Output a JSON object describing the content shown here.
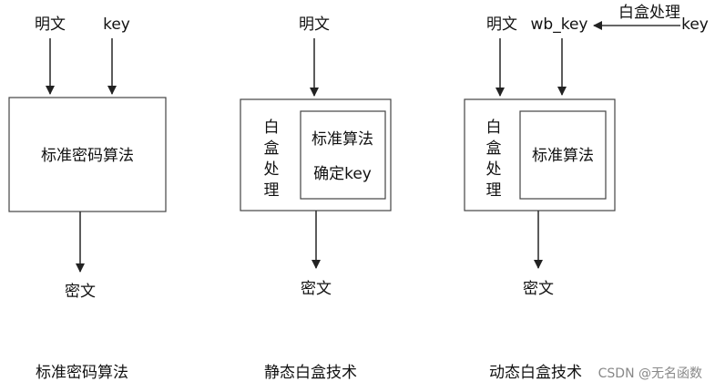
{
  "colors": {
    "line": "#333333",
    "text": "#111111",
    "watermark": "#888888",
    "background": "#ffffff"
  },
  "diagram1": {
    "plaintext": "明文",
    "key": "key",
    "box": "标准密码算法",
    "ciphertext": "密文",
    "caption": "标准密码算法"
  },
  "diagram2": {
    "plaintext": "明文",
    "whitebox_chars": [
      "白",
      "盒",
      "处",
      "理"
    ],
    "inner_line1": "标准算法",
    "inner_line2": "确定key",
    "ciphertext": "密文",
    "caption": "静态白盒技术"
  },
  "diagram3": {
    "plaintext": "明文",
    "wb_key": "wb_key",
    "whitebox_label": "白盒处理",
    "key": "key",
    "whitebox_chars": [
      "白",
      "盒",
      "处",
      "理"
    ],
    "inner": "标准算法",
    "ciphertext": "密文",
    "caption": "动态白盒技术"
  },
  "watermark": "CSDN @无名函数"
}
